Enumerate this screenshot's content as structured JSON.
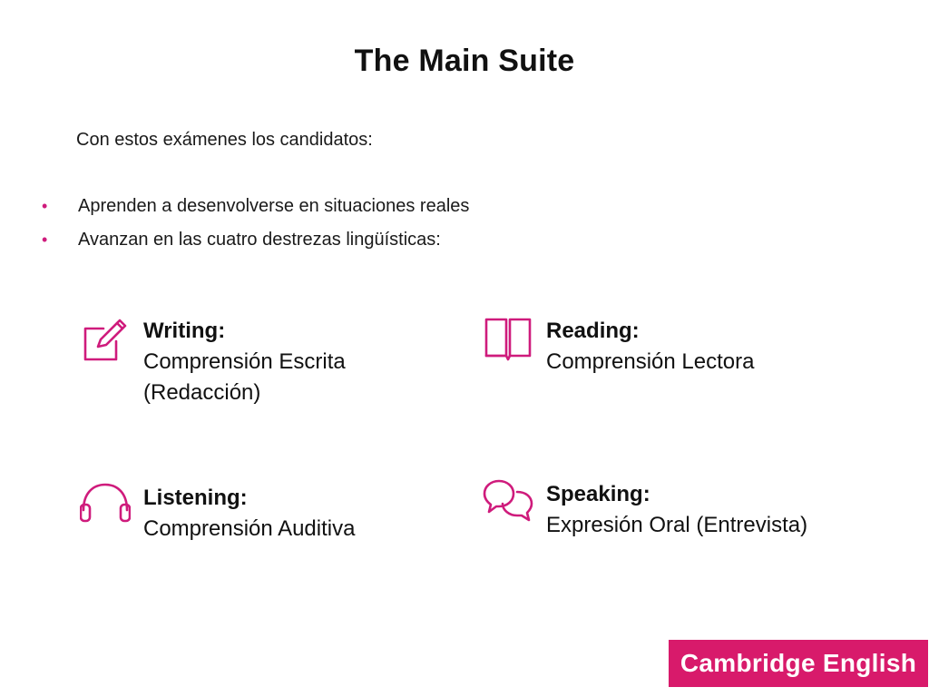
{
  "slide": {
    "title": "The Main Suite",
    "intro": "Con estos exámenes los candidatos:",
    "bullets": [
      "Aprenden a desenvolverse en situaciones reales",
      "Avanzan en las cuatro destrezas lingüísticas:"
    ],
    "skills": [
      {
        "name": "Writing:",
        "desc_lines": [
          "Comprensión Escrita",
          "(Redacción)"
        ],
        "icon": "pencil-paper-icon"
      },
      {
        "name": "Reading:",
        "desc_lines": [
          "Comprensión Lectora"
        ],
        "icon": "open-book-icon"
      },
      {
        "name": "Listening:",
        "desc_lines": [
          "Comprensión Auditiva"
        ],
        "icon": "headphones-icon"
      },
      {
        "name": "Speaking:",
        "desc_lines": [
          "Expresión Oral (Entrevista)"
        ],
        "icon": "speech-bubbles-icon"
      }
    ]
  },
  "logo": {
    "text": "Cambridge English"
  },
  "colors": {
    "accent": "#cf1b7c",
    "logo_bg": "#d81a6b"
  }
}
